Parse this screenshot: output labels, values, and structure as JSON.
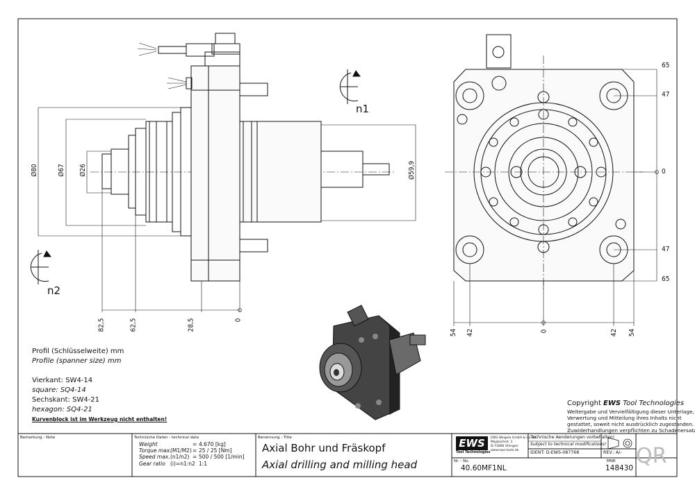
{
  "drawing": {
    "side_view": {
      "dim_left": [
        "82,5",
        "62,5",
        "28,5",
        "0"
      ],
      "dia_labels": [
        "Ø80",
        "Ø67",
        "Ø26",
        "Ø59,9"
      ],
      "rot_top": "n1",
      "rot_left": "n2"
    },
    "front_view": {
      "dim_right": [
        "65",
        "47",
        "0",
        "47",
        "65"
      ],
      "dim_bottom": [
        "54",
        "42",
        "0",
        "42",
        "54"
      ]
    }
  },
  "profile": {
    "title_de": "Profil (Schlüsselweite) mm",
    "title_en": "Profile (spanner size) mm",
    "square_de": "Vierkant: SW4-14",
    "square_en": "square: SQ4-14",
    "hex_de": "Sechskant: SW4-21",
    "hex_en": "hexagon: SQ4-21",
    "note": "Kurvenblock ist im Werkzeug nicht enthalten!"
  },
  "copyright": {
    "title_prefix": "Copyright ",
    "title_brand": "EWS",
    "title_suffix": " Tool Technologies",
    "line1": "Weitergabe und Vervielfältigung dieser Unterlage,",
    "line2": "Verwertung und Mitteilung ihres Inhalts nicht",
    "line3": "gestattet, soweit nicht ausdrücklich zugestanden.",
    "line4": "Zuwiderhandlungen verpflichten zu Schadenersatz."
  },
  "title_block": {
    "remark_label": "Bemerkung - Note",
    "tech_label": "Technische Daten - technical data",
    "rows": [
      {
        "label": "Weight",
        "sep": "=",
        "value": "4.670 [kg]"
      },
      {
        "label": "Torque max.",
        "sym": "(M1/M2)",
        "sep": "=",
        "value": "25 / 25 [Nm]"
      },
      {
        "label": "Speed max.",
        "sym": "(n1/n2)",
        "sep": "=",
        "value": "500 / 500 [1/min]"
      },
      {
        "label": "Gear ratio",
        "sym": "(i)=n1:n2",
        "sep": "",
        "value": "1:1"
      }
    ],
    "name_label": "Benennung - Title",
    "title_de": "Axial Bohr und Fräskopf",
    "title_en": "Axial drilling and milling head",
    "logo": "EWS",
    "logo_sub": "Tool Technologies",
    "company": [
      "EWS Weigele GmbH & Co. KG",
      "Maybachstr. 1",
      "D-73066 Uhingen",
      "www.ews-tools.de"
    ],
    "change_de": "Technische Aenderungen vorbehalten!",
    "change_en": "Subject to technical modifications!",
    "ident": "IDENT: D-EWS-087768",
    "rev": "REV.: A/-",
    "nr_label": "Nr. - No.",
    "number": "40.60MF1NL",
    "mnr_label": "MNR",
    "mnr": "148430",
    "qr": "QR"
  }
}
